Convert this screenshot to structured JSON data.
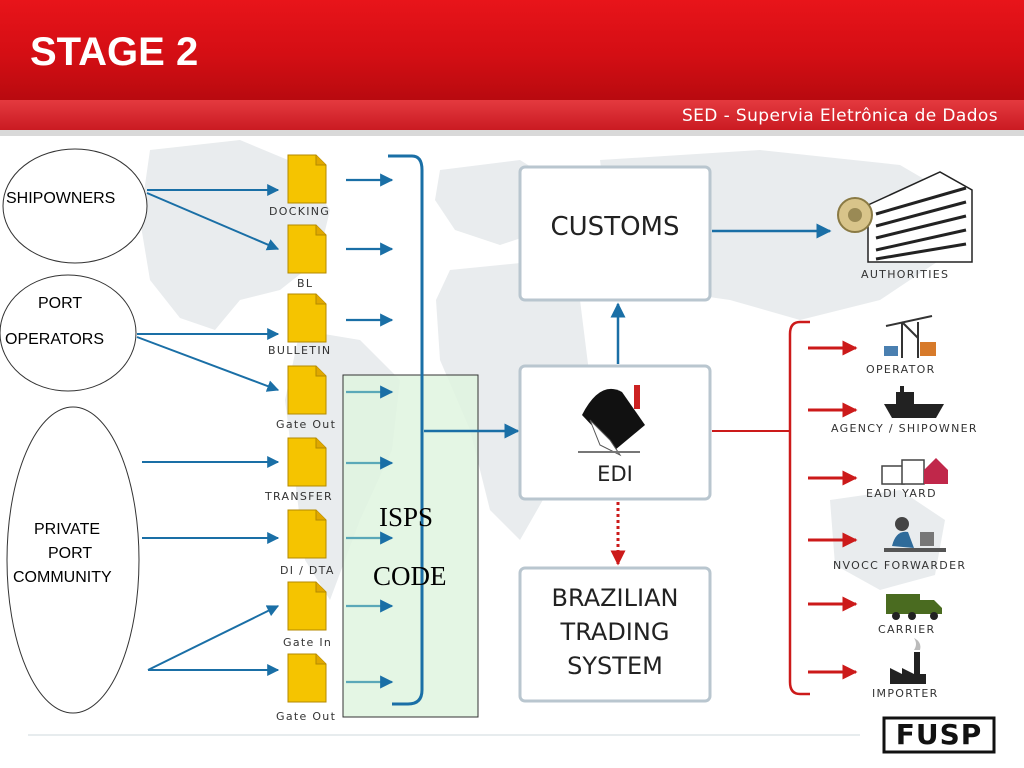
{
  "header": {
    "title": "STAGE 2",
    "subtitle": "SED - Supervia Eletrônica de Dados"
  },
  "groups": [
    {
      "name": "shipowners",
      "lines": [
        "SHIPOWNERS"
      ]
    },
    {
      "name": "port-operators",
      "lines": [
        "PORT",
        "OPERATORS"
      ]
    },
    {
      "name": "private-port-community",
      "lines": [
        "PRIVATE",
        "PORT",
        "COMMUNITY"
      ]
    }
  ],
  "documents": [
    "DOCKING",
    "BL",
    "BULLETIN",
    "Gate Out",
    "TRANSFER",
    "DI / DTA",
    "Gate In",
    "Gate Out"
  ],
  "isps": {
    "line1": "ISPS",
    "line2": "CODE"
  },
  "systems": {
    "customs": "CUSTOMS",
    "edi": "EDI",
    "trading": [
      "BRAZILIAN",
      "TRADING",
      "SYSTEM"
    ]
  },
  "authorities": "AUTHORITIES",
  "recipients": [
    "OPERATOR",
    "AGENCY / SHIPOWNER",
    "EADI YARD",
    "NVOCC FORWARDER",
    "CARRIER",
    "IMPORTER"
  ],
  "logo": "FUSP",
  "colors": {
    "header_red": "#d40e14",
    "doc_yellow": "#f5c400",
    "flow_blue": "#1a6fa6",
    "out_red": "#cc1a1a",
    "isps_green": "#dff5df"
  },
  "icons": [
    "police-badge-building-icon",
    "crane-icon",
    "ship-icon",
    "warehouse-icon",
    "person-at-desk-icon",
    "truck-icon",
    "factory-icon",
    "mail-envelope-icon"
  ]
}
